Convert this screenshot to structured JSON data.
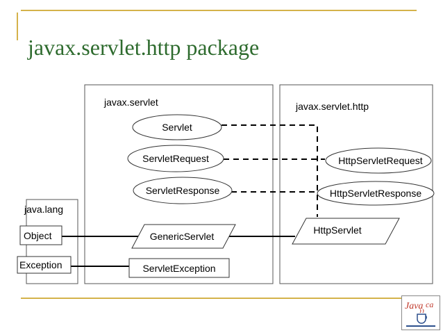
{
  "title": "javax.servlet.http package",
  "colors": {
    "title": "#2e6b2e",
    "accent_rule": "#d4b24a"
  },
  "diagram": {
    "panels": {
      "java_lang": "java.lang",
      "javax_servlet": "javax.servlet",
      "javax_servlet_http": "javax.servlet.http"
    },
    "nodes": {
      "object": "Object",
      "exception": "Exception",
      "servlet": "Servlet",
      "servlet_request": "ServletRequest",
      "servlet_response": "ServletResponse",
      "generic_servlet": "GenericServlet",
      "servlet_exception": "ServletException",
      "http_servlet_request": "HttpServletRequest",
      "http_servlet_response": "HttpServletResponse",
      "http_servlet": "HttpServlet"
    }
  },
  "logo": {
    "text": "Java call",
    "icon": "java-cup-icon"
  }
}
